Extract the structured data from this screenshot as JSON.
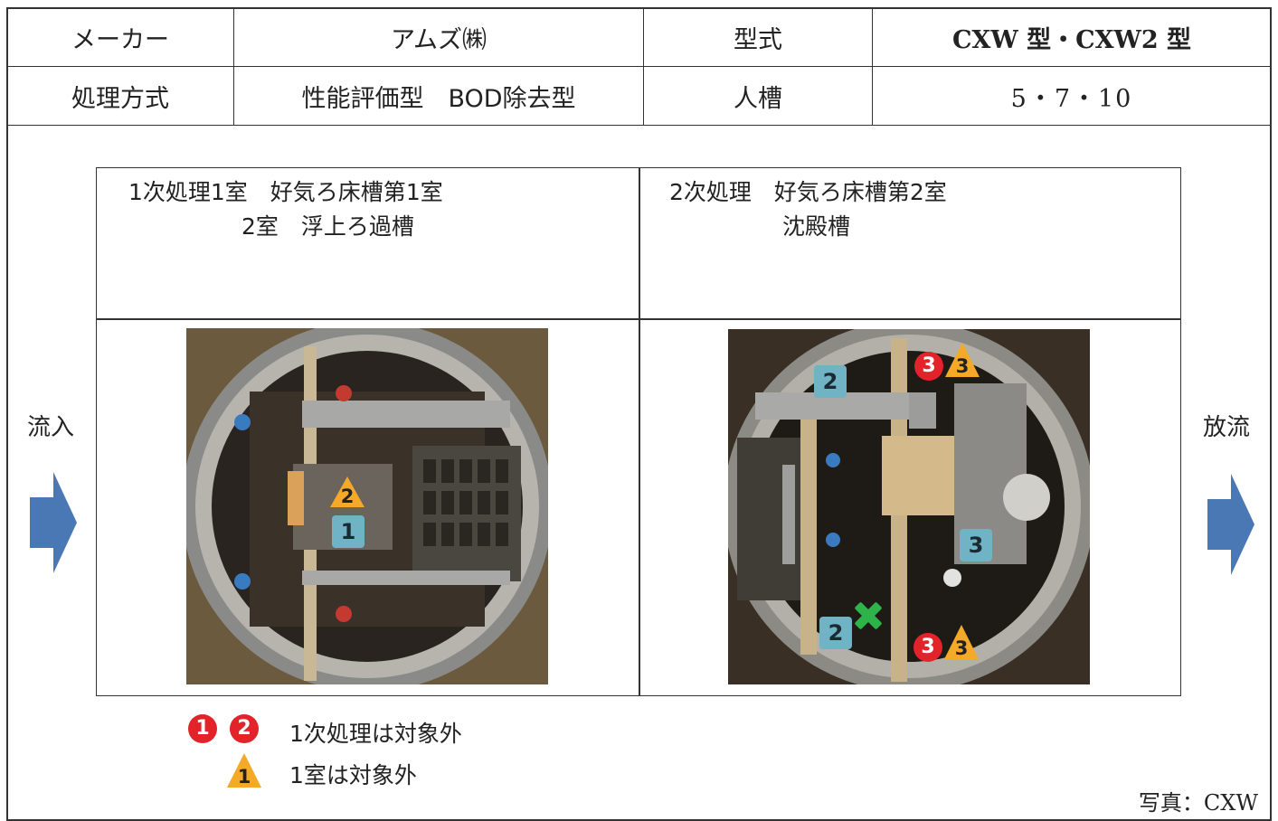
{
  "spec": {
    "maker_label": "メーカー",
    "maker_value": "アムズ㈱",
    "model_label": "型式",
    "model_value": "CXW 型・CXW2 型",
    "method_label": "処理方式",
    "method_value": "性能評価型　BOD除去型",
    "capacity_label": "人槽",
    "capacity_value": "5・7・10"
  },
  "flow": {
    "inflow": "流入",
    "outflow": "放流"
  },
  "left_panel": {
    "desc": "1次処理1室　好気ろ床槽第1室\n　　　　　2室　浮上ろ過槽",
    "badges": {
      "tri": "2",
      "square": "1"
    }
  },
  "right_panel": {
    "desc": "2次処理　好気ろ床槽第2室\n　　　　　沈殿槽",
    "badges": {
      "top_circle": "3",
      "top_tri": "3",
      "sq_upper": "2",
      "sq_right": "3",
      "sq_lower": "2",
      "bottom_circle": "3",
      "bottom_tri": "3",
      "cross_icon": "green-cross-icon"
    }
  },
  "legend": {
    "circle1": "1",
    "circle2": "2",
    "line1": "1次処理は対象外",
    "tri": "1",
    "line2": "1室は対象外"
  },
  "caption": "写真：CXW",
  "colors": {
    "arrow": "#4a78b5",
    "badge_square": "#6fb3c4",
    "badge_circle": "#e2232a",
    "badge_triangle": "#f4a928",
    "cross": "#2db34a"
  }
}
